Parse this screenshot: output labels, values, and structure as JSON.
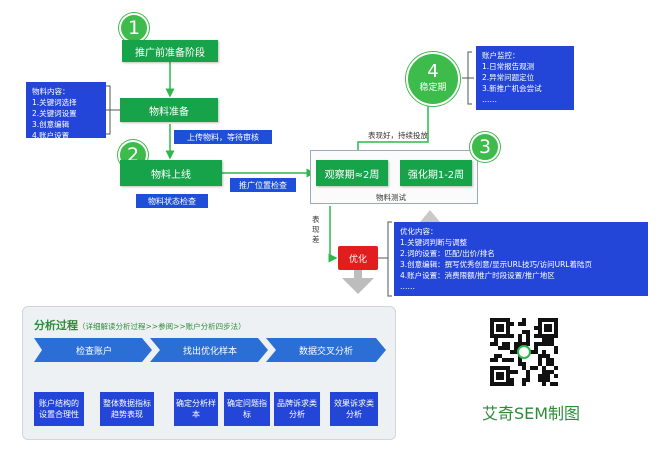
{
  "steps": {
    "s1": {
      "num": "1",
      "label": "推广前准备阶段"
    },
    "material": {
      "label": "物料准备"
    },
    "s2": {
      "num": "2",
      "label": "物料上线"
    },
    "observe": {
      "label": "观察期≈2周"
    },
    "s3": {
      "num": "3",
      "label": "强化期1-2周"
    },
    "s4": {
      "num": "4",
      "label": "稳定期"
    },
    "optimize": {
      "label": "优化"
    }
  },
  "tags": {
    "upload": "上传物料，等待审核",
    "status_check": "物料状态检查",
    "placement_check": "推广位置检查",
    "material_test": "物料测试",
    "performance": "表现好，持续投放",
    "poor": [
      "表",
      "现",
      "差"
    ]
  },
  "notes": {
    "material_content": {
      "title": "物料内容：",
      "items": [
        "1.关键词选择",
        "2.关键词设置",
        "3.创意编辑",
        "4.账户设置"
      ]
    },
    "account_monitor": {
      "title": "账户监控：",
      "items": [
        "1.日常报告观测",
        "2.异常问题定位",
        "3.新推广机会尝试",
        "……"
      ]
    },
    "optimize_content": {
      "title": "优化内容：",
      "items": [
        "1.关键词判断与调整",
        "2.词的设置：匹配/出价/排名",
        "3.创意编辑：撰写优秀创意/显示URL技巧/访问URL着陆页",
        "4.账户设置：消费限额/推广时段设置/推广地区",
        "……"
      ]
    }
  },
  "analysis": {
    "title": "分析过程",
    "subtitle": "（详细解读分析过程>>参阅>>账户分析四步法）",
    "stages": [
      "检查账户",
      "找出优化样本",
      "数据交叉分析"
    ],
    "items": [
      "账户结构的设置合理性",
      "整体数据指标趋势表现",
      "确定分析样本",
      "确定问题指标",
      "品牌诉求类分析",
      "效果诉求类分析"
    ]
  },
  "brand": {
    "text": "艾奇SEM制图"
  },
  "colors": {
    "green": "#16a34a",
    "blue": "#1e4fd8",
    "red": "#e11d1d",
    "chevron": "#2b6fd6"
  }
}
